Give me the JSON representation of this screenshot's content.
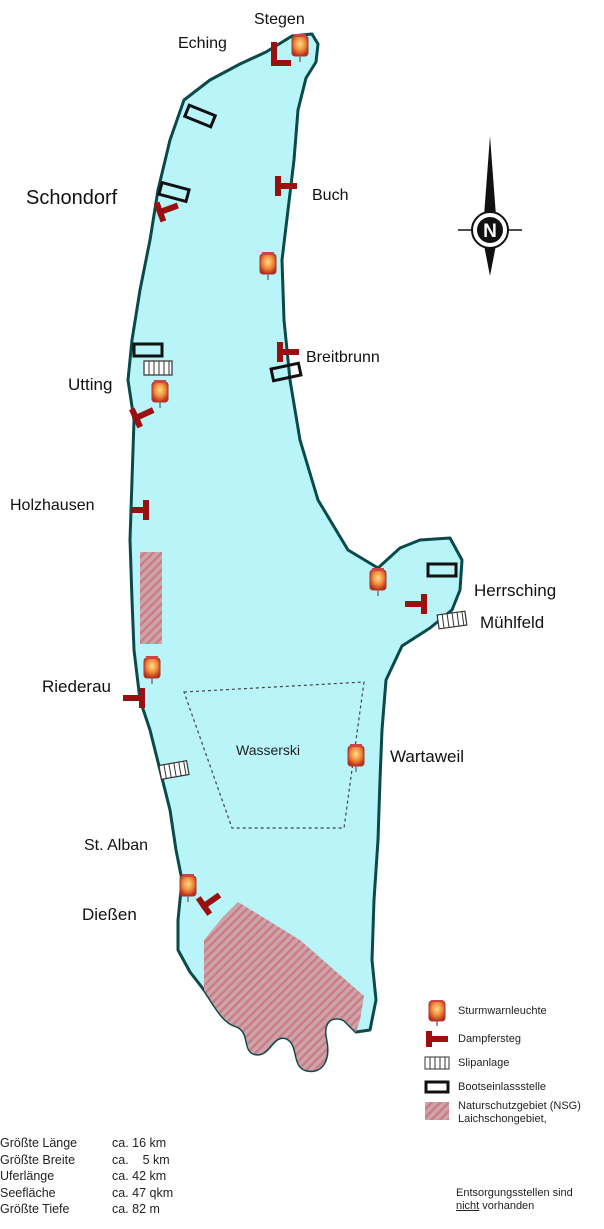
{
  "places": {
    "stegen": "Stegen",
    "eching": "Eching",
    "schondorf": "Schondorf",
    "buch": "Buch",
    "utting": "Utting",
    "breitbrunn": "Breitbrunn",
    "holzhausen": "Holzhausen",
    "herrsching": "Herrsching",
    "muehlfeld": "Mühlfeld",
    "riederau": "Riederau",
    "wartaweil": "Wartaweil",
    "st_alban": "St. Alban",
    "diessen": "Dießen"
  },
  "zones": {
    "wasserski": "Wasserski"
  },
  "compass": {
    "north": "N"
  },
  "legend": [
    {
      "icon": "storm-lamp",
      "label": "Sturmwarnleuchte"
    },
    {
      "icon": "jetty",
      "label": "Dampfersteg"
    },
    {
      "icon": "slipway",
      "label": "Slipanlage"
    },
    {
      "icon": "boat-launch",
      "label": "Bootseinlassstelle"
    },
    {
      "icon": "nature-reserve",
      "label": "Naturschutzgebiet (NSG)"
    },
    {
      "icon": "spawning-area",
      "label": "Laichschongebiet,"
    }
  ],
  "note": {
    "line1": "Entsorgungsstellen sind",
    "line2_underlined": "nicht",
    "line2_rest": " vorhanden"
  },
  "stats": [
    {
      "label": "Größte Länge",
      "value": "ca. 16 km"
    },
    {
      "label": "Größte Breite",
      "value": "ca.    5 km"
    },
    {
      "label": "Uferlänge",
      "value": "ca. 42 km"
    },
    {
      "label": "Seefläche",
      "value": "ca. 47 qkm"
    },
    {
      "label": "Größte Tiefe",
      "value": "ca. 82 m"
    }
  ],
  "colors": {
    "water": "#b8f4f8",
    "shore": "#0a4a4a",
    "jetty": "#9a1010",
    "lamp": "#e86a2a",
    "reserve": "#d08080"
  }
}
